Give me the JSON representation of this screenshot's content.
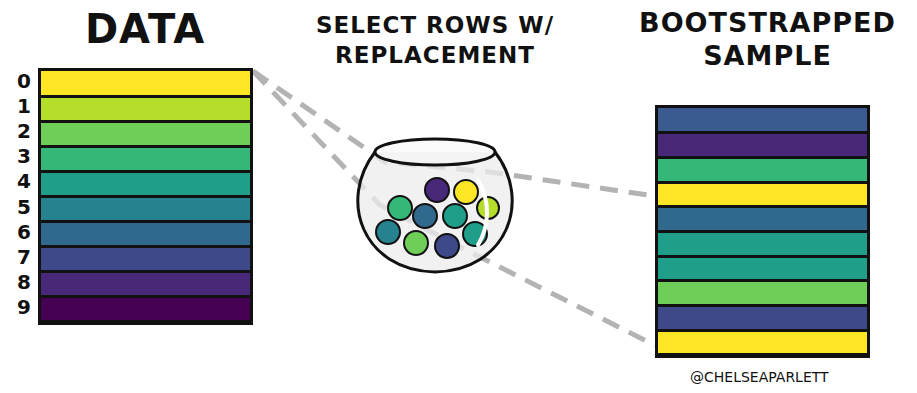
{
  "diagram": {
    "nodes": [
      {
        "text": [
          "DATA"
        ]
      },
      {
        "text": [
          "BOOTSTRAPPED SAMPLE"
        ]
      }
    ],
    "edges": [
      {
        "from": 0,
        "to": 1,
        "arrow": "none"
      },
      {
        "from": 0,
        "to": 1,
        "arrow": "none"
      }
    ],
    "labels": [
      "0",
      "1",
      "2",
      "3",
      "4",
      "5",
      "6",
      "7",
      "8",
      "9",
      "SELECT ROWS W/ REPLACEMENT",
      "@CHELSEAPARLETT"
    ]
  }
}
